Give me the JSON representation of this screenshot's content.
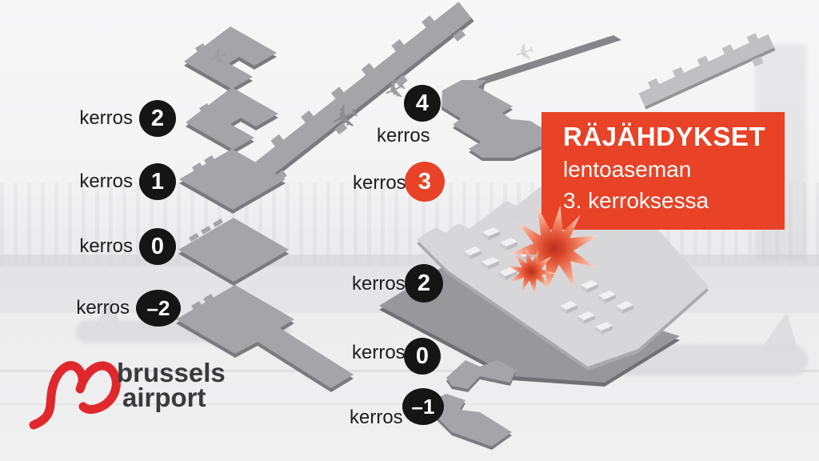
{
  "callout": {
    "title": "RÄJÄHDYKSET",
    "line1": "lentoaseman",
    "line2": "3. kerroksessa"
  },
  "left_floors": [
    {
      "label": "kerros",
      "number": "2"
    },
    {
      "label": "kerros",
      "number": "1"
    },
    {
      "label": "kerros",
      "number": "0"
    },
    {
      "label": "kerros",
      "number": "–2"
    }
  ],
  "right_floors": [
    {
      "label": "kerros",
      "number": "4"
    },
    {
      "label": "kerros",
      "number": "3",
      "highlighted": true
    },
    {
      "label": "kerros",
      "number": "2"
    },
    {
      "label": "kerros",
      "number": "0"
    },
    {
      "label": "kerros",
      "number": "–1"
    }
  ],
  "logo": {
    "line1": "brussels",
    "line2": "airport"
  },
  "icons": {
    "airplane": "✈",
    "explosion": "starburst",
    "logo_heart": "heart-swoosh"
  },
  "colors": {
    "accent_red": "#e84227",
    "badge_black": "#151515",
    "slab_gray": "#a5a5a9",
    "slab_gray_dark": "#98989c",
    "slab_light": "#d7d7d9",
    "logo_red": "#e0282c",
    "logo_text": "#3a3a3c",
    "label_text": "#1d1d1f"
  }
}
